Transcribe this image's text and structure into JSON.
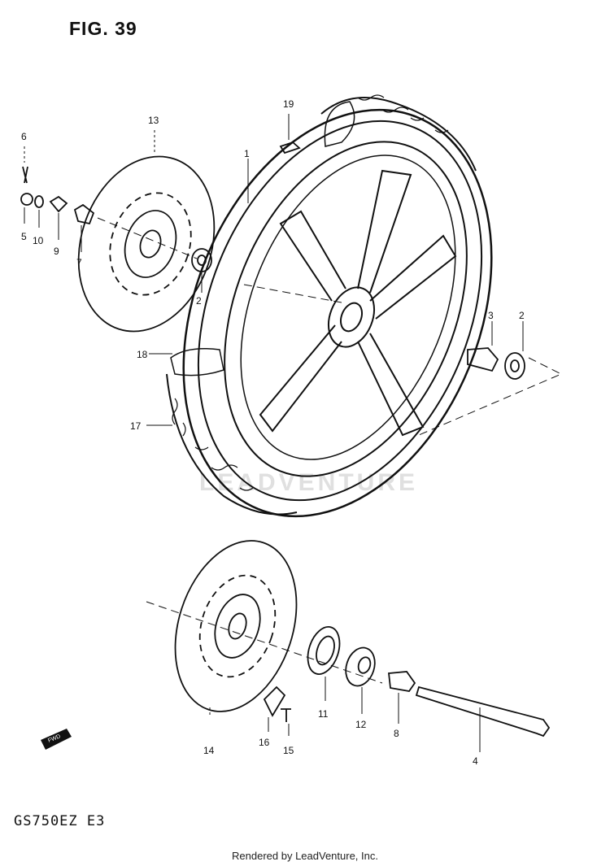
{
  "figure": {
    "title": "FIG. 39",
    "model_code": "GS750EZ  E3",
    "footer": "Rendered by LeadVenture, Inc.",
    "watermark": "LEADVENTURE",
    "fwd_label": "FWD"
  },
  "callouts": [
    "1",
    "2",
    "2",
    "3",
    "4",
    "5",
    "6",
    "7",
    "8",
    "9",
    "10",
    "11",
    "12",
    "13",
    "14",
    "15",
    "16",
    "17",
    "18",
    "19"
  ],
  "colors": {
    "ink": "#111111",
    "paper": "#ffffff",
    "watermark": "#e0e0e0"
  }
}
